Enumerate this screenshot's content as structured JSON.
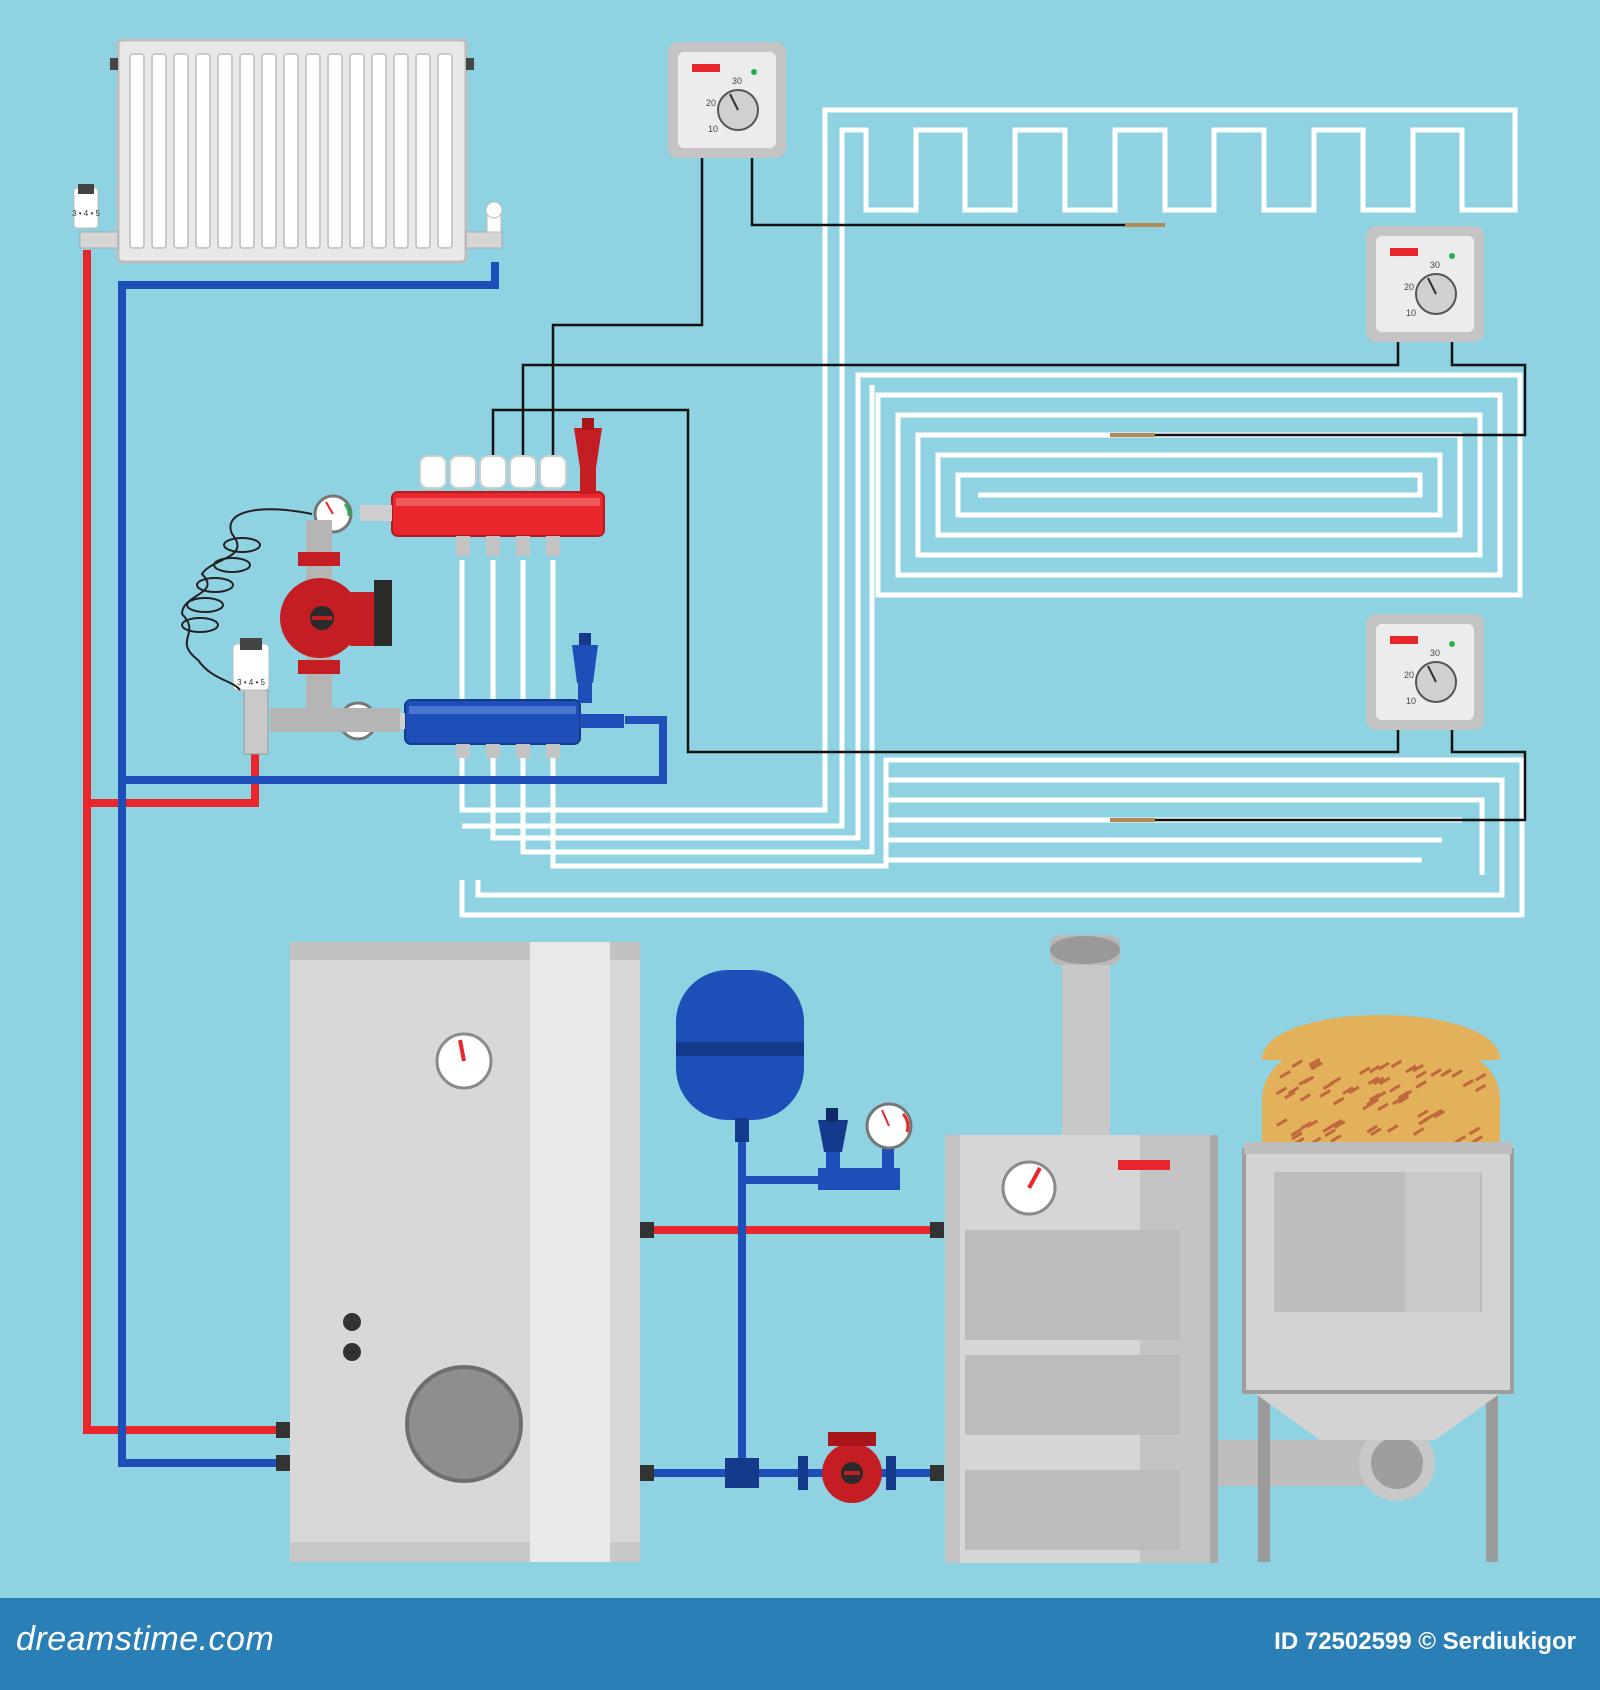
{
  "diagram": {
    "components": {
      "radiator": "radiator",
      "thermostat": "room-thermostat",
      "manifold_supply": "supply-manifold",
      "manifold_return": "return-manifold",
      "circulation_pump": "circulation-pump",
      "buffer_tank": "buffer-tank",
      "expansion_vessel": "expansion-vessel",
      "boiler": "pellet-boiler",
      "hopper": "pellet-hopper"
    },
    "thermostat_scale": [
      "10",
      "20",
      "30"
    ],
    "valve_scale": "3 • 4 • 5",
    "colors": {
      "background": "#8fd3e3",
      "supply": "#e8262c",
      "return": "#1e4fb8",
      "floor_loop": "#ffffff",
      "wire": "#111111",
      "appliance": "#d9d9d9",
      "pellets": "#e2b15a"
    }
  },
  "footer": {
    "brand": "dreamstime.com",
    "credit": "ID 72502599 © Serdiukigor"
  }
}
